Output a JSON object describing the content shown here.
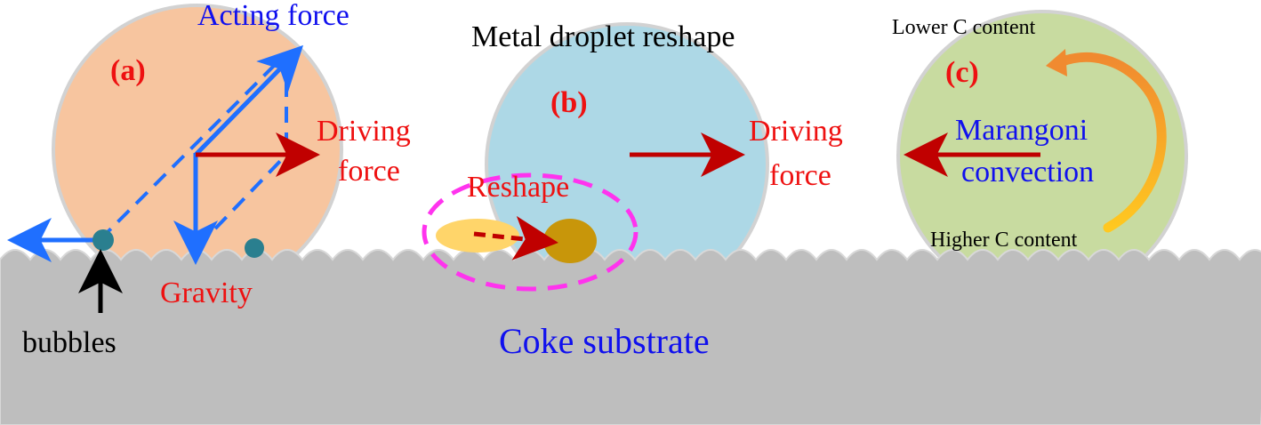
{
  "colors": {
    "substrate": "#bebebe",
    "droplet_a": "#f7c59f",
    "droplet_b": "#add8e6",
    "droplet_c": "#c8dba0",
    "droplet_edge": "#d2d2d2",
    "blue_arrow": "#1f6fff",
    "red_arrow": "#c00000",
    "text_red": "#ee1111",
    "text_blue": "#1010ee",
    "magenta": "#ff33ee",
    "bubble": "#2a7f8f"
  },
  "labels": {
    "a_tag": "(a)",
    "b_tag": "(b)",
    "c_tag": "(c)",
    "acting_force": "Acting force",
    "driving_force_a_line1": "Driving",
    "driving_force_a_line2": "force",
    "gravity": "Gravity",
    "bubbles": "bubbles",
    "title_b": "Metal droplet reshape",
    "reshape": "Reshape",
    "driving_force_b_line1": "Driving",
    "driving_force_b_line2": "force",
    "lower_c": "Lower C content",
    "higher_c": "Higher C content",
    "marangoni_line1": "Marangoni",
    "marangoni_line2": "convection",
    "coke_substrate": "Coke substrate"
  }
}
